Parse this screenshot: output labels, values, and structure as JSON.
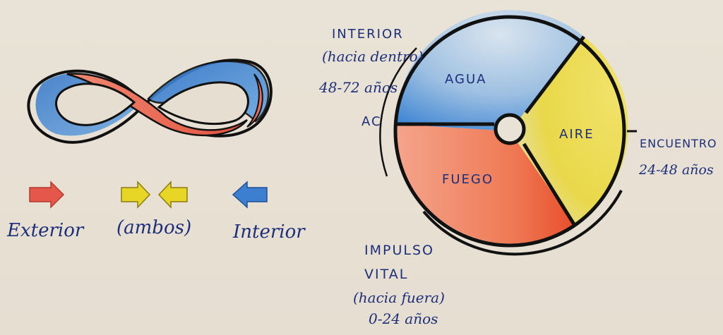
{
  "left_panel": {
    "legend": {
      "exterior": {
        "label": "Exterior",
        "color": "#e4574a",
        "icon": "arrow-right-icon"
      },
      "ambos": {
        "label": "(ambos)",
        "color": "#e7d626",
        "icon": "arrows-inward-icon"
      },
      "interior": {
        "label": "Interior",
        "color": "#3c7fd0",
        "icon": "arrow-left-icon"
      }
    },
    "infinity_colors": {
      "red": "#e85c48",
      "blue": "#3a82d4",
      "outline": "#111111"
    }
  },
  "wheel": {
    "segments": [
      {
        "label": "AGUA",
        "color": "#6ea3d8"
      },
      {
        "label": "AIRE",
        "color": "#e8dc4a"
      },
      {
        "label": "FUEGO",
        "color": "#ee7752"
      }
    ],
    "labels": {
      "interior_title": "INTERIOR",
      "interior_sub": "(hacia dentro)",
      "interior_age": "48-72 años",
      "ac": "AC",
      "encuentro_title": "ENCUENTRO",
      "encuentro_age": "24-48 años",
      "impulso_title1": "IMPULSO",
      "impulso_title2": "VITAL",
      "impulso_sub": "(hacia fuera)",
      "impulso_age": "0-24 años"
    }
  }
}
